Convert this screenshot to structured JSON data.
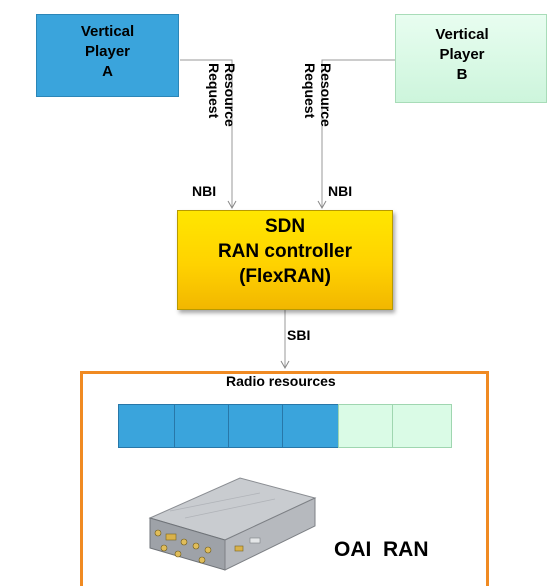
{
  "player_a": {
    "line1": "Vertical",
    "line2": "Player",
    "line3": "A",
    "color": "#3aa4dc"
  },
  "player_b": {
    "line1": "Vertical",
    "line2": "Player",
    "line3": "B",
    "color": "#dafbe6"
  },
  "request_a": "Resource\nRequest",
  "request_b": "Resource\nRequest",
  "nbi_a": "NBI",
  "nbi_b": "NBI",
  "controller": {
    "line1": "SDN",
    "line2": "RAN controller",
    "line3": "(FlexRAN)"
  },
  "sbi": "SBI",
  "ran_box": {
    "title": "Radio resources",
    "label": "OAI  RAN",
    "border_color": "#f08a22"
  },
  "resource_blocks": [
    {
      "state": "player-a",
      "color": "#3aa4dc"
    },
    {
      "state": "player-a",
      "color": "#3aa4dc"
    },
    {
      "state": "player-a",
      "color": "#3aa4dc"
    },
    {
      "state": "player-a",
      "color": "#3aa4dc"
    },
    {
      "state": "player-b",
      "color": "#dafbe6"
    },
    {
      "state": "player-b",
      "color": "#dafbe6"
    }
  ],
  "device_icon": "sdr-hardware-icon"
}
